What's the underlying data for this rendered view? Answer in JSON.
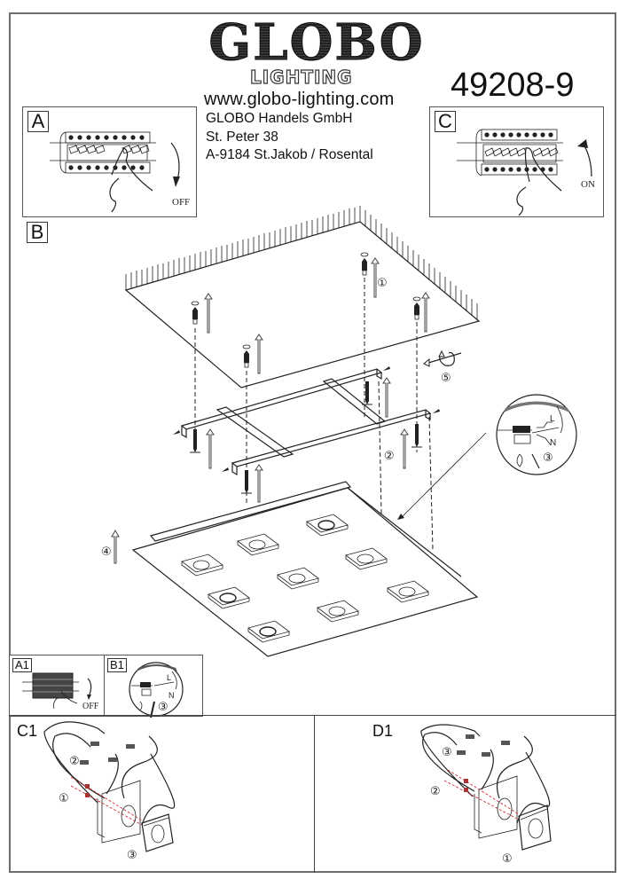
{
  "header": {
    "brand": "GLOBO",
    "sub_brand": "LIGHTING",
    "website": "www.globo-lighting.com",
    "company": "GLOBO Handels GmbH",
    "street": "St. Peter 38",
    "city": "A-9184 St.Jakob / Rosental",
    "model_number": "49208-9"
  },
  "steps": {
    "A": {
      "label": "A",
      "switch_state": "OFF"
    },
    "B": {
      "label": "B"
    },
    "C": {
      "label": "C",
      "switch_state": "ON"
    },
    "A1": {
      "label": "A1",
      "switch_state": "OFF"
    },
    "B1": {
      "label": "B1",
      "wire_L": "L",
      "wire_N": "N",
      "step": "③"
    },
    "C1": {
      "label": "C1",
      "steps": [
        "①",
        "②",
        "③"
      ]
    },
    "D1": {
      "label": "D1",
      "steps": [
        "①",
        "②",
        "③"
      ]
    }
  },
  "main_diagram": {
    "step_markers": [
      "①",
      "②",
      "③",
      "④",
      "⑤"
    ],
    "detail": {
      "wire_L": "L",
      "wire_N": "N",
      "step": "③"
    }
  },
  "icons": [
    "off-rotate-arrow-icon",
    "on-rotate-arrow-icon",
    "hand-icon",
    "circuit-breaker-icon",
    "screwdriver-icon",
    "wall-plug-icon",
    "screw-icon",
    "up-arrow-icon",
    "rotate-arrow-icon"
  ]
}
